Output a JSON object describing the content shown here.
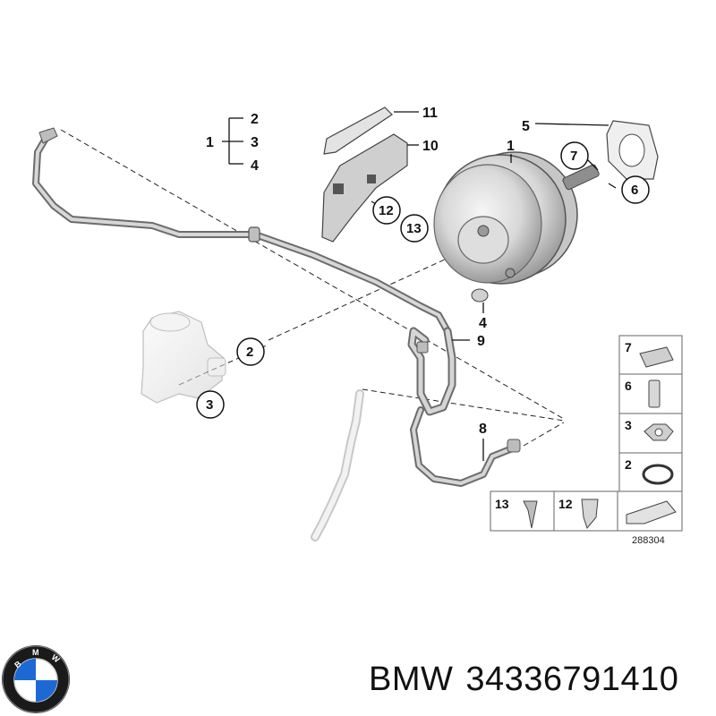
{
  "diagram": {
    "callouts": {
      "group": {
        "parent": "1",
        "children": [
          "2",
          "3",
          "4"
        ]
      },
      "booster": "1",
      "gasket": "5",
      "check_valve": "7",
      "nut_right": "6",
      "bracket_upper": "11",
      "bracket_lower": "10",
      "rivet_a": "12",
      "screw_a": "13",
      "seal_left": "2",
      "clip_left": "3",
      "grommet": "4",
      "hose_upper": "9",
      "hose_lower": "8"
    },
    "legend": {
      "items": [
        "7",
        "6",
        "3",
        "2"
      ],
      "bottom_items": [
        "13",
        "12"
      ]
    },
    "ref_number": "288304"
  },
  "footer": {
    "brand": "BMW",
    "part_number": "34336791410"
  },
  "logo": {
    "letters": "BMW",
    "colors": {
      "blue": "#1c69d4",
      "white": "#ffffff",
      "ring": "#111111"
    }
  }
}
